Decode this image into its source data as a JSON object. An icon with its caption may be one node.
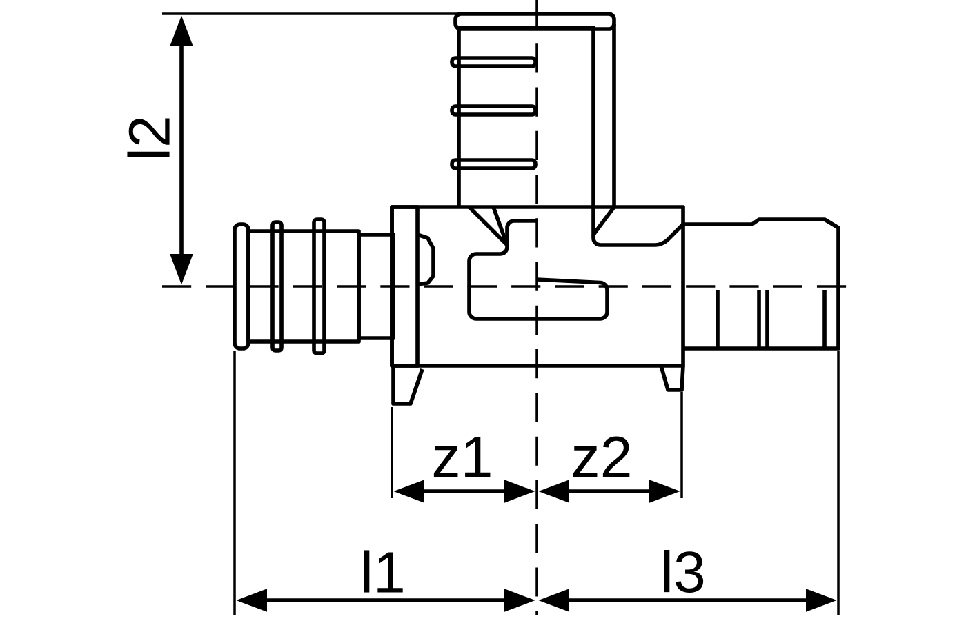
{
  "diagram": {
    "labels": [
      "l2",
      "z1",
      "z2",
      "l1",
      "l3"
    ]
  }
}
